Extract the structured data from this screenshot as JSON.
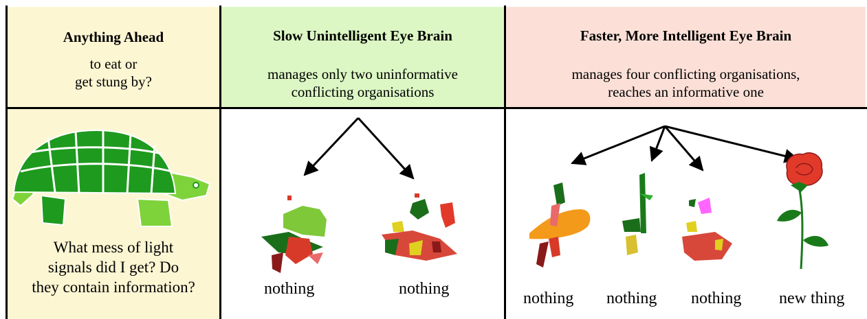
{
  "col_a": {
    "title": "Anything Ahead",
    "subtitle_line1": "to eat or",
    "subtitle_line2": "get stung by?",
    "question_line1": "What mess of light",
    "question_line2": "signals did I get?  Do",
    "question_line3": "they contain information?"
  },
  "col_b": {
    "title": "Slow Unintelligent Eye Brain",
    "subtitle_line1": "manages only two uninformative",
    "subtitle_line2": "conflicting organisations",
    "results": [
      "nothing",
      "nothing"
    ]
  },
  "col_c": {
    "title": "Faster, More Intelligent Eye Brain",
    "subtitle_line1": "manages four conflicting organisations,",
    "subtitle_line2": "reaches an informative one",
    "results": [
      "nothing",
      "nothing",
      "nothing",
      "new thing"
    ]
  },
  "colors": {
    "col_a_bg": "#fdf6d3",
    "col_b_bg": "#dcf7c4",
    "col_c_bg": "#fce0d8",
    "turtle_dark": "#1e9a1e",
    "turtle_light": "#7fd33a",
    "rose_red": "#e23a2a",
    "stem_green": "#1a7a1a"
  }
}
